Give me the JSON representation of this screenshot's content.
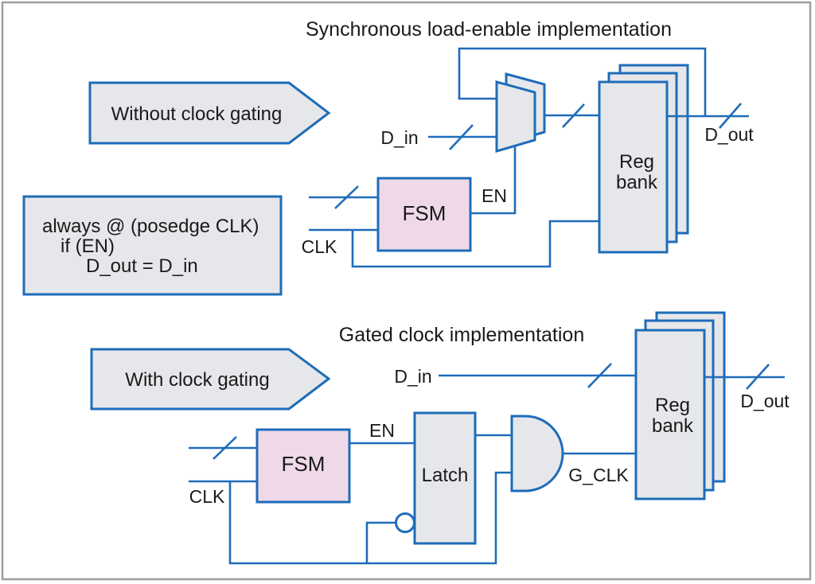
{
  "colors": {
    "line_blue": "#1e6cb9",
    "box_gray": "#e6e7ea",
    "fsm_pink": "#efd9e9",
    "text": "#1a1a1a",
    "frame_gray": "#9aa0a3"
  },
  "top": {
    "title": "Synchronous load-enable implementation",
    "banner_label": "Without clock gating",
    "code": {
      "line1": "always @ (posedge CLK)",
      "line2": "if (EN)",
      "line3": "D_out = D_in"
    },
    "signals": {
      "d_in": "D_in",
      "clk": "CLK",
      "en": "EN",
      "d_out": "D_out"
    },
    "blocks": {
      "fsm": "FSM",
      "reg_line1": "Reg",
      "reg_line2": "bank"
    }
  },
  "bottom": {
    "title": "Gated clock implementation",
    "banner_label": "With clock gating",
    "signals": {
      "d_in": "D_in",
      "clk": "CLK",
      "en": "EN",
      "g_clk": "G_CLK",
      "d_out": "D_out"
    },
    "blocks": {
      "fsm": "FSM",
      "latch": "Latch",
      "reg_line1": "Reg",
      "reg_line2": "bank"
    }
  }
}
